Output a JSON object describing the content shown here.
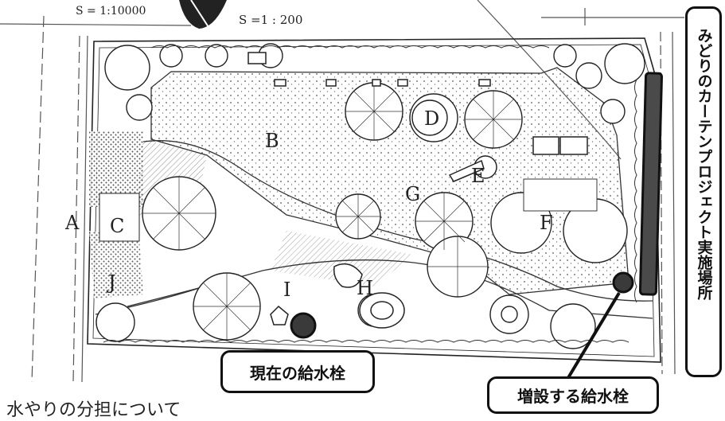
{
  "map": {
    "scale_top_left": "S = 1:10000",
    "scale_main": "S =1 : 200",
    "zones": {
      "A": "A",
      "B": "B",
      "C": "C",
      "D": "D",
      "E": "E",
      "F": "F",
      "G": "G",
      "H": "H",
      "I": "I",
      "J": "J"
    }
  },
  "callouts": {
    "current_hydrant": "現在の給水栓",
    "new_hydrant": "増設する給水栓"
  },
  "project_label": "みどりのカーテンプロジェクト実施場所",
  "caption": "水やりの分担について"
}
